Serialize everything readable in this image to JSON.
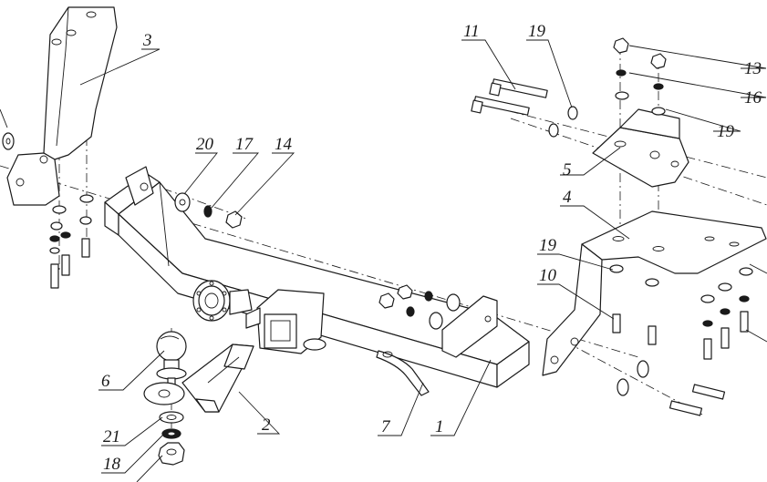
{
  "callouts": {
    "c1": "1",
    "c2": "2",
    "c3": "3",
    "c4": "4",
    "c5": "5",
    "c6": "6",
    "c7": "7",
    "c10": "10",
    "c11": "11",
    "c13": "13",
    "c14": "14",
    "c16": "16",
    "c17": "17",
    "c18": "18",
    "c19a": "19",
    "c19b": "19",
    "c19c": "19",
    "c20": "20",
    "c21": "21"
  },
  "colors": {
    "line": "#1a1a1a",
    "background": "#ffffff"
  }
}
